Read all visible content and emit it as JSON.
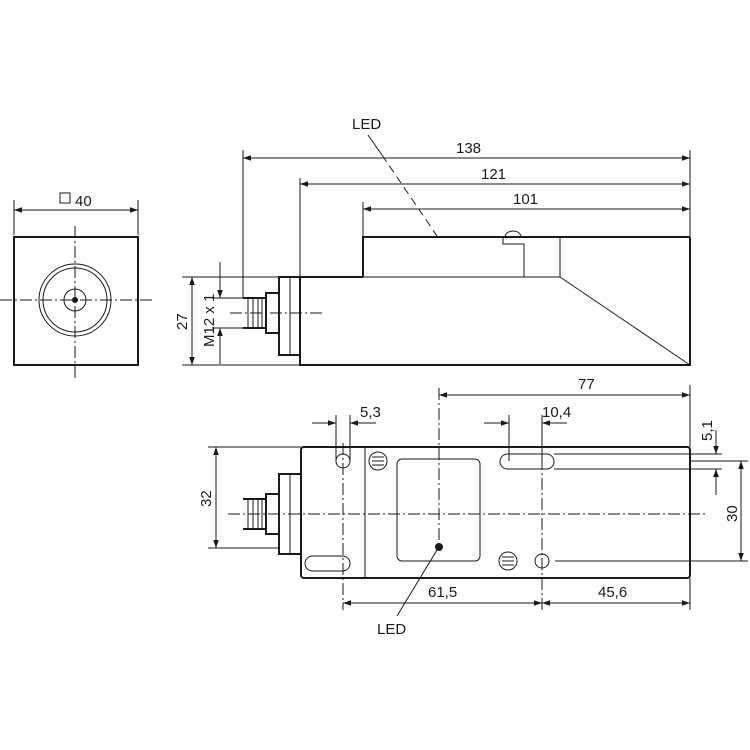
{
  "labels": {
    "led_top": "LED",
    "led_bottom": "LED",
    "dim_138": "138",
    "dim_121": "121",
    "dim_101": "101",
    "dim_square": "40",
    "dim_27": "27",
    "dim_thread": "M12 x 1",
    "dim_77": "77",
    "dim_5_3": "5,3",
    "dim_10_4": "10,4",
    "dim_5_1": "5,1",
    "dim_32": "32",
    "dim_30": "30",
    "dim_61_5": "61,5",
    "dim_45_6": "45,6"
  }
}
